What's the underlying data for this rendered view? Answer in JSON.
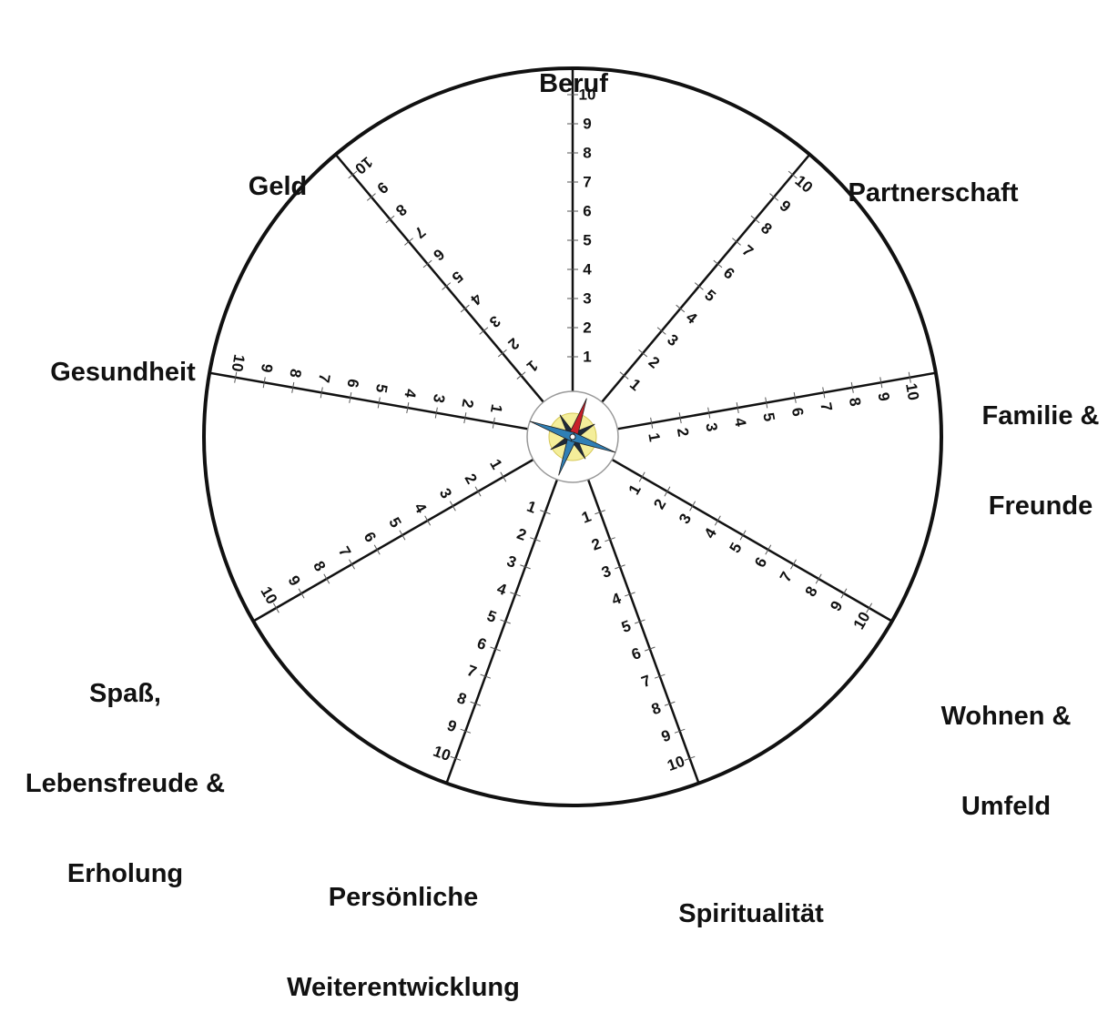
{
  "title": "",
  "scale": {
    "min": 1,
    "max": 10
  },
  "categories": [
    {
      "id": "beruf",
      "lines": [
        "Beruf"
      ]
    },
    {
      "id": "partnerschaft",
      "lines": [
        "Partnerschaft"
      ]
    },
    {
      "id": "familie",
      "lines": [
        "Familie &",
        "Freunde"
      ]
    },
    {
      "id": "wohnen",
      "lines": [
        "Wohnen &",
        "Umfeld"
      ]
    },
    {
      "id": "spiritualitaet",
      "lines": [
        "Spiritualität"
      ]
    },
    {
      "id": "persoenlich",
      "lines": [
        "Persönliche",
        "Weiterentwicklung"
      ]
    },
    {
      "id": "spass",
      "lines": [
        "Spaß,",
        "Lebensfreude &",
        "Erholung"
      ]
    },
    {
      "id": "gesundheit",
      "lines": [
        "Gesundheit"
      ]
    },
    {
      "id": "geld",
      "lines": [
        "Geld"
      ]
    }
  ],
  "tick_labels": [
    "1",
    "2",
    "3",
    "4",
    "5",
    "6",
    "7",
    "8",
    "9",
    "10"
  ],
  "colors": {
    "line": "#111111",
    "compass_red": "#c8202a",
    "compass_blue": "#2f7fb5",
    "compass_dark": "#1e2a3a",
    "compass_sun": "#f4ee9a"
  },
  "icons": {
    "center": "compass-rose-icon"
  }
}
